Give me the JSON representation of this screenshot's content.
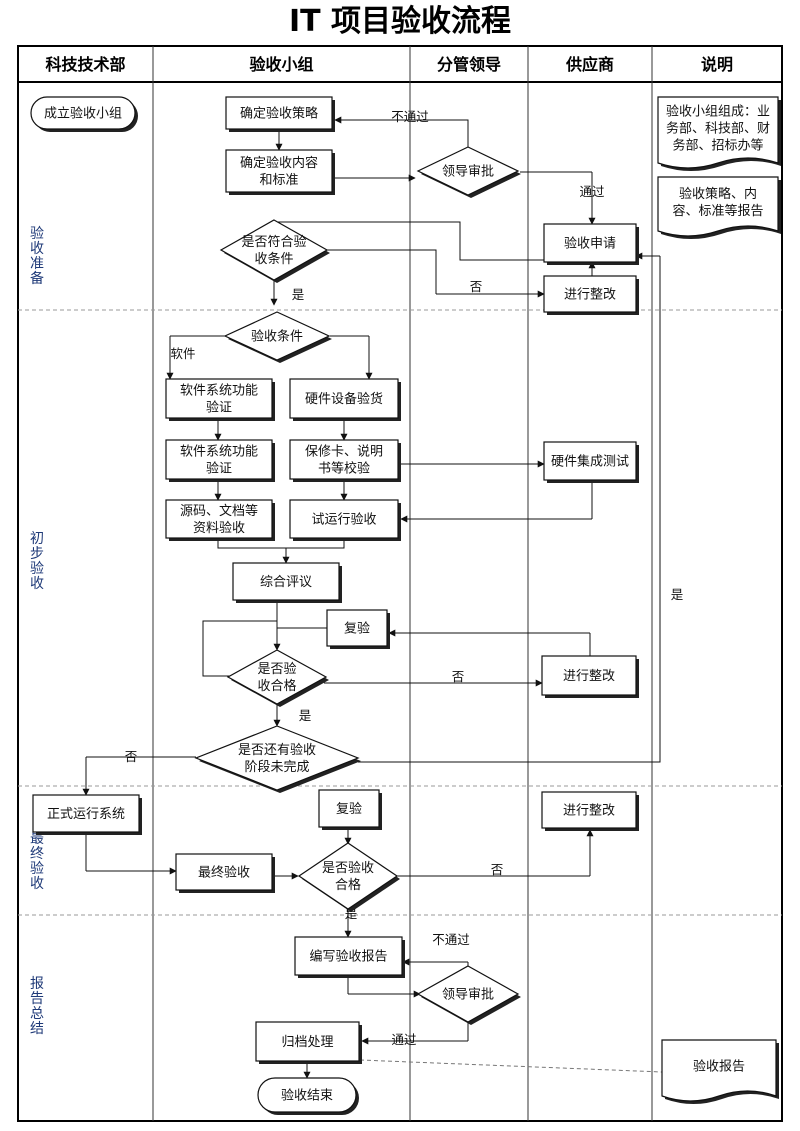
{
  "title": "IT 项目验收流程",
  "lanes": [
    "科技技术部",
    "验收小组",
    "分管领导",
    "供应商",
    "说明"
  ],
  "phases": [
    "验收准备",
    "初步验收",
    "最终验收",
    "报告总结"
  ],
  "nodes": {
    "setup_group": "成立验收小组",
    "strategy": "确定验收策略",
    "content": [
      "确定验收内容",
      "和标准"
    ],
    "review1": "领导审批",
    "apply": "验收申请",
    "meet_cond": [
      "是否符合验",
      "收条件"
    ],
    "rectify1": "进行整改",
    "accept_cond": "验收条件",
    "sw_verify1": [
      "软件系统功能",
      "验证"
    ],
    "hw_delivery": "硬件设备验货",
    "sw_verify2": [
      "软件系统功能",
      "验证"
    ],
    "warranty": [
      "保修卡、说明",
      "书等校验"
    ],
    "hw_test": "硬件集成测试",
    "source_docs": [
      "源码、文档等",
      "资料验收"
    ],
    "trial": "试运行验收",
    "review_eval": "综合评议",
    "recheck1": "复验",
    "pass1": [
      "是否验",
      "收合格"
    ],
    "rectify2": "进行整改",
    "more_stages": [
      "是否还有验收",
      "阶段未完成"
    ],
    "formal_run": "正式运行系统",
    "recheck2": "复验",
    "rectify3": "进行整改",
    "final_accept": "最终验收",
    "pass2": [
      "是否验收",
      "合格"
    ],
    "write_report": "编写验收报告",
    "review2": "领导审批",
    "archive": "归档处理",
    "end": "验收结束",
    "note1": [
      "验收小组组成：业",
      "务部、科技部、财",
      "务部、招标办等"
    ],
    "note2": [
      "验收策略、内",
      "容、标准等报告"
    ],
    "note3": "验收报告"
  },
  "edge_labels": {
    "not_pass": "不通过",
    "pass": "通过",
    "yes": "是",
    "no": "否",
    "software": "软件"
  }
}
